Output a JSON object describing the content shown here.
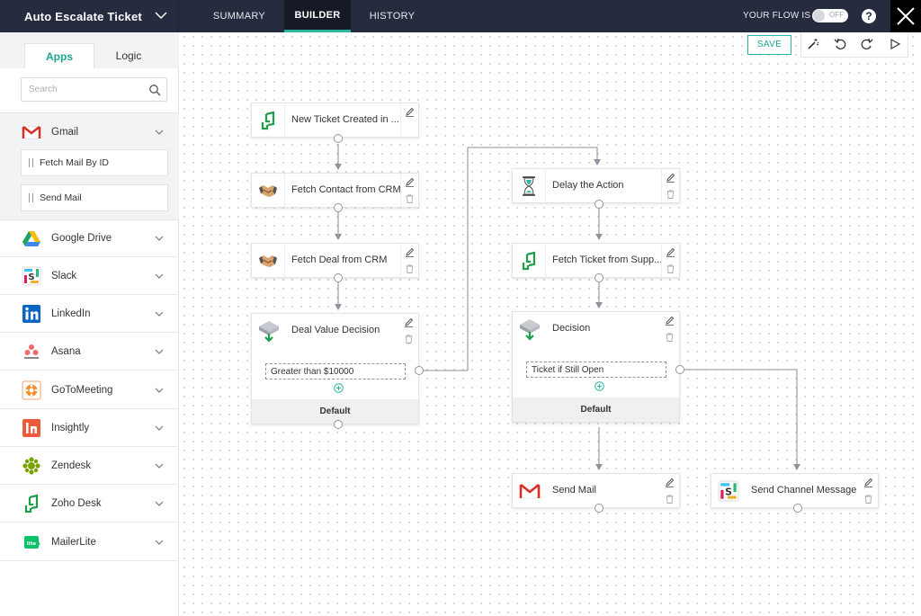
{
  "header": {
    "flow_title": "Auto Escalate Ticket",
    "tabs": [
      {
        "label": "SUMMARY"
      },
      {
        "label": "BUILDER"
      },
      {
        "label": "HISTORY"
      }
    ],
    "flow_status_label": "YOUR FLOW IS",
    "toggle_label": "OFF",
    "help_label": "?"
  },
  "sidebar": {
    "tabs": [
      {
        "label": "Apps"
      },
      {
        "label": "Logic"
      }
    ],
    "search_placeholder": "Search",
    "apps": [
      {
        "name": "Gmail",
        "icon": "gmail-icon",
        "expanded": true,
        "actions": [
          {
            "label": "Fetch Mail By ID"
          },
          {
            "label": "Send Mail"
          }
        ]
      },
      {
        "name": "Google Drive",
        "icon": "google-drive-icon"
      },
      {
        "name": "Slack",
        "icon": "slack-icon"
      },
      {
        "name": "LinkedIn",
        "icon": "linkedin-icon"
      },
      {
        "name": "Asana",
        "icon": "asana-icon"
      },
      {
        "name": "GoToMeeting",
        "icon": "gotomeeting-icon"
      },
      {
        "name": "Insightly",
        "icon": "insightly-icon"
      },
      {
        "name": "Zendesk",
        "icon": "zendesk-icon"
      },
      {
        "name": "Zoho Desk",
        "icon": "zoho-desk-icon"
      },
      {
        "name": "MailerLite",
        "icon": "mailerlite-icon"
      }
    ]
  },
  "toolbar": {
    "save_label": "SAVE",
    "tools": [
      "magic-wand-icon",
      "undo-icon",
      "redo-icon",
      "play-icon"
    ]
  },
  "nodes": [
    {
      "title": "New Ticket Created in ...",
      "icon": "zoho-desk-icon"
    },
    {
      "title": "Fetch Contact from CRM",
      "icon": "crm-handshake-icon"
    },
    {
      "title": "Fetch Deal from CRM",
      "icon": "crm-handshake-icon"
    },
    {
      "title": "Deal Value Decision",
      "icon": "decision-icon",
      "condition": "Greater than $10000",
      "default_label": "Default"
    },
    {
      "title": "Delay the Action",
      "icon": "hourglass-icon"
    },
    {
      "title": "Fetch Ticket from Supp...",
      "icon": "zoho-desk-icon"
    },
    {
      "title": "Decision",
      "icon": "decision-icon",
      "condition": "Ticket if Still Open",
      "default_label": "Default"
    },
    {
      "title": "Send Mail",
      "icon": "gmail-icon"
    },
    {
      "title": "Send Channel Message",
      "icon": "slack-icon"
    }
  ],
  "colors": {
    "header_bg": "#252c3f",
    "accent": "#2bb6a0",
    "gmail_red": "#d93025",
    "zoho_green": "#1e9e4a"
  }
}
